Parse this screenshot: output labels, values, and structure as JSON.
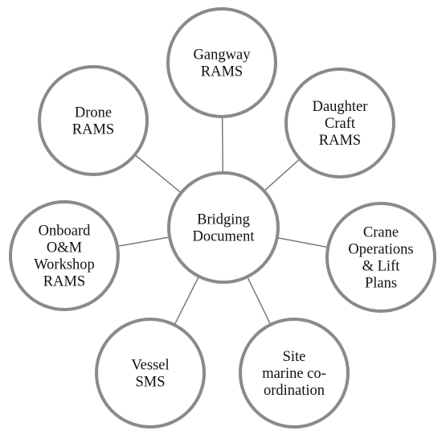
{
  "diagram": {
    "center": {
      "lines": [
        "Bridging",
        "Document"
      ]
    },
    "satellites": [
      {
        "id": "gangway",
        "lines": [
          "Gangway",
          "RAMS"
        ]
      },
      {
        "id": "daughter-craft",
        "lines": [
          "Daughter",
          "Craft",
          "RAMS"
        ]
      },
      {
        "id": "crane-operations",
        "lines": [
          "Crane",
          "Operations",
          "& Lift",
          "Plans"
        ]
      },
      {
        "id": "site-marine",
        "lines": [
          "Site",
          "marine co-",
          "ordination"
        ]
      },
      {
        "id": "vessel-sms",
        "lines": [
          "Vessel",
          "SMS"
        ]
      },
      {
        "id": "onboard-workshop",
        "lines": [
          "Onboard",
          "O&M",
          "Workshop",
          "RAMS"
        ]
      },
      {
        "id": "drone",
        "lines": [
          "Drone",
          "RAMS"
        ]
      }
    ]
  }
}
